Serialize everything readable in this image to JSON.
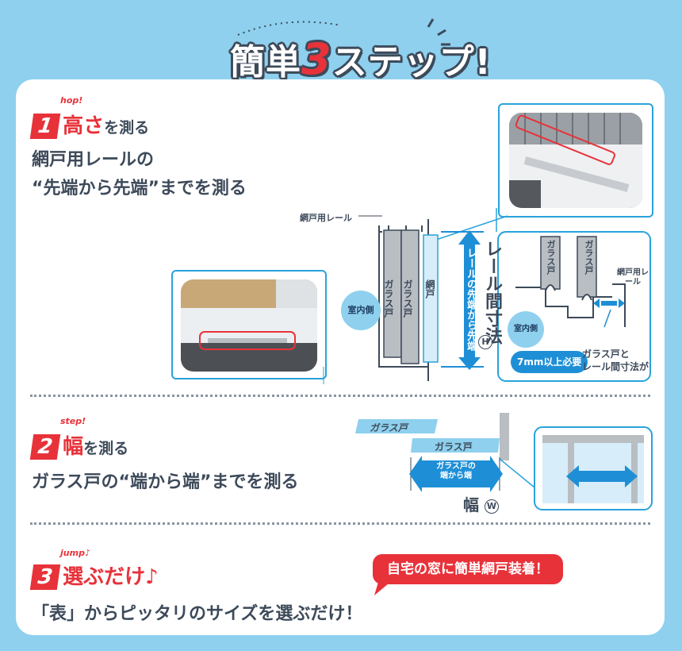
{
  "title": {
    "prefix": "簡単",
    "number": "3",
    "suffix": "ステップ!"
  },
  "steps": [
    {
      "number": "1",
      "tag": "hop!",
      "heading": "高さ",
      "heading_rest": "を測る",
      "body_line1": "網戸用レールの",
      "body_line2": "“先端から先端”までを測る"
    },
    {
      "number": "2",
      "tag": "step!",
      "heading": "幅",
      "heading_rest": "を測る",
      "body_line1": "ガラス戸の“端から端”までを測る"
    },
    {
      "number": "3",
      "tag": "jump♪",
      "heading": "選ぶだけ♪",
      "heading_rest": "",
      "body_line1": "「表」からピッタリのサイズを選ぶだけ！"
    }
  ],
  "diagram1": {
    "rail_label": "網戸用レール",
    "glass_door": "ガラス戸",
    "screen_door": "網戸",
    "indoor": "室内側",
    "arrow_text": "レールの先端から先端",
    "dimension_label": "レール間寸法",
    "dimension_symbol": "H",
    "detail_glass": "ガラス戸",
    "detail_rail": "網戸用レール",
    "gap_min": "7mm以上必要",
    "gap_note_line1": "ガラス戸と",
    "gap_note_line2": "レール間寸法が"
  },
  "diagram2": {
    "glass_top": "ガラス戸",
    "glass_bottom": "ガラス戸",
    "arrow_line1": "ガラス戸の",
    "arrow_line2": "端から端",
    "width_label": "幅",
    "width_symbol": "W"
  },
  "callout": "自宅の窓に簡単網戸装着！",
  "colors": {
    "accent_red": "#e8323a",
    "sky_blue": "#8ed0ee",
    "arrow_blue": "#1e8fd6",
    "text_navy": "#3d4a5a"
  }
}
